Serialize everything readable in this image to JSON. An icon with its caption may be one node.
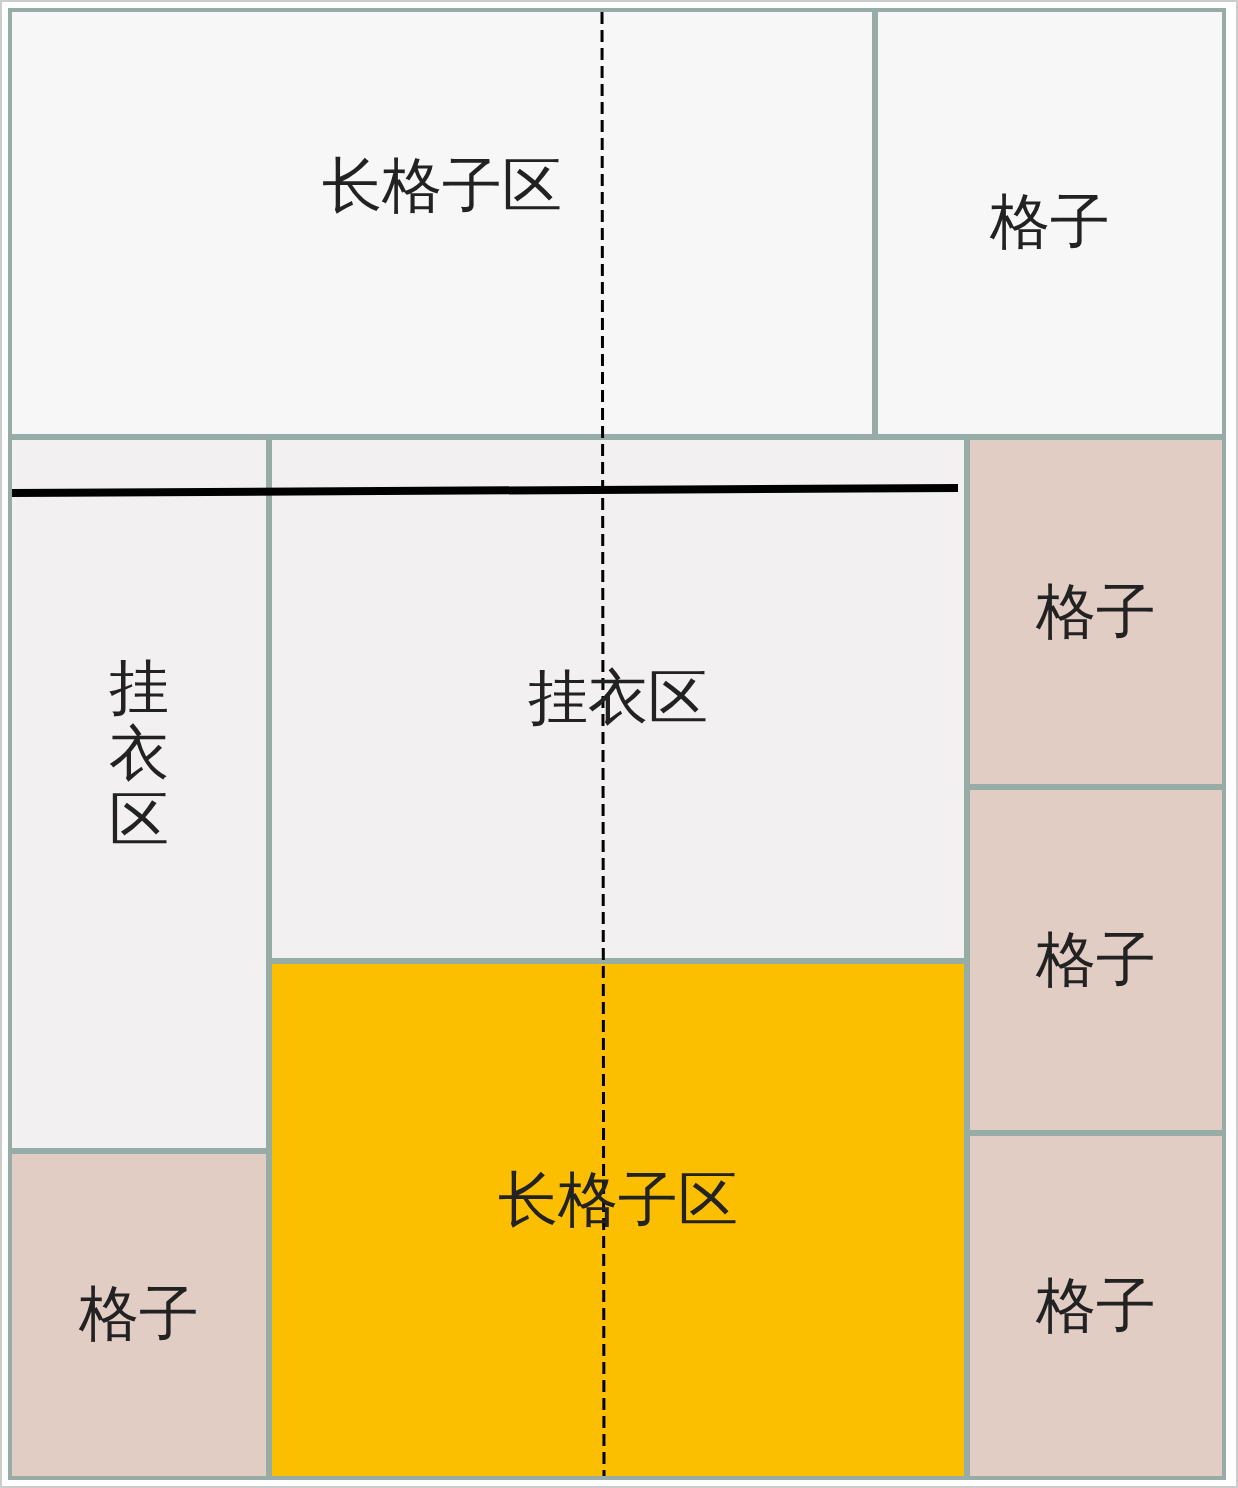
{
  "diagram": {
    "nodes": [
      {
        "text": [
          "长格子区"
        ]
      },
      {
        "text": [
          "格子"
        ]
      },
      {
        "text": [
          "挂衣区"
        ]
      },
      {
        "text": [
          "挂衣区"
        ]
      },
      {
        "text": [
          "格子"
        ]
      },
      {
        "text": [
          "格子"
        ]
      },
      {
        "text": [
          "长格子区"
        ]
      },
      {
        "text": [
          "格子"
        ]
      },
      {
        "text": [
          "格子"
        ]
      }
    ]
  }
}
